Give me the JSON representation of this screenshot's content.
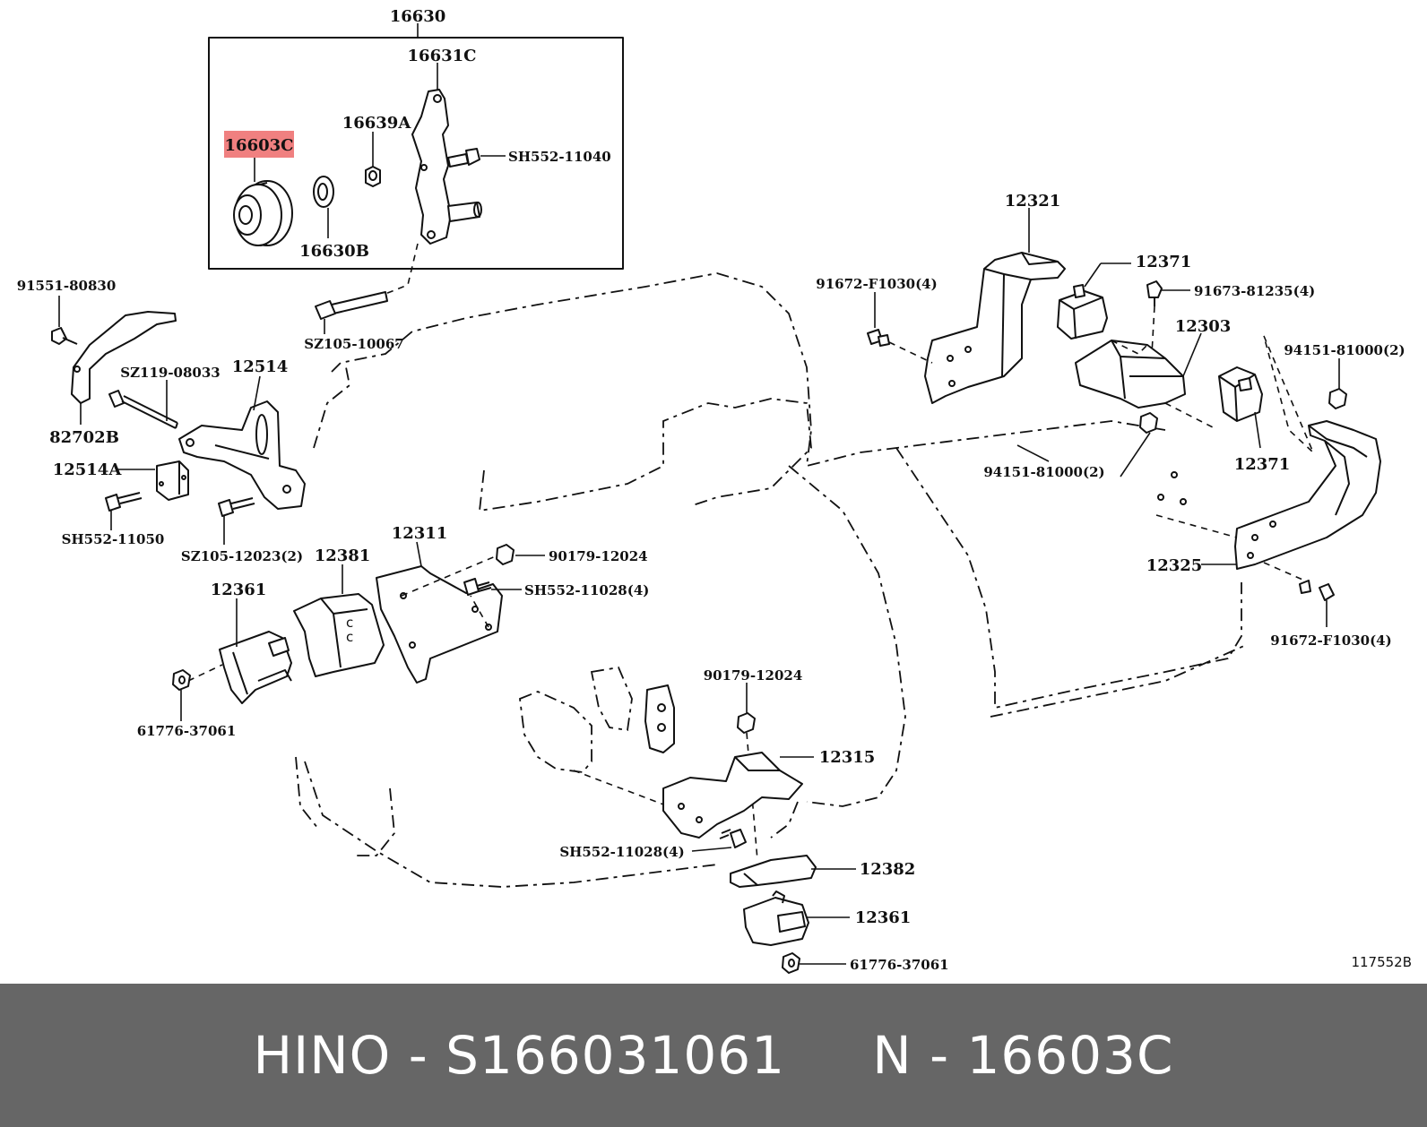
{
  "diagram": {
    "ref_code": "117552B",
    "highlight_color": "#f08080",
    "labels": {
      "p16630": "16630",
      "p16631C": "16631C",
      "p16603C": "16603C",
      "p16639A": "16639A",
      "pSH552_11040": "SH552-11040",
      "p16630B": "16630B",
      "pSZ105_10067": "SZ105-10067",
      "p91551_80830": "91551-80830",
      "pSZ119_08033": "SZ119-08033",
      "p12514": "12514",
      "p82702B": "82702B",
      "p12514A": "12514A",
      "pSH552_11050": "SH552-11050",
      "pSZ105_12023": "SZ105-12023(2)",
      "p12311": "12311",
      "p90179_12024_a": "90179-12024",
      "pSH552_11028_a": "SH552-11028(4)",
      "p12381": "12381",
      "p12361_a": "12361",
      "p61776_37061_a": "61776-37061",
      "p12321": "12321",
      "p12371_a": "12371",
      "p91672_F1030_a": "91672-F1030(4)",
      "p91673_81235": "91673-81235(4)",
      "p12303": "12303",
      "p94151_81000_a": "94151-81000(2)",
      "p12371_b": "12371",
      "p94151_81000_b": "94151-81000(2)",
      "p12325": "12325",
      "p91672_F1030_b": "91672-F1030(4)",
      "p90179_12024_b": "90179-12024",
      "p12315": "12315",
      "pSH552_11028_b": "SH552-11028(4)",
      "p12382": "12382",
      "p12361_b": "12361",
      "p61776_37061_b": "61776-37061"
    }
  },
  "footer": {
    "brand": "HINO",
    "separator": "-",
    "part_number": "S166031061",
    "n_prefix": "N",
    "n_code": "16603C",
    "background": "#666666",
    "text_color": "#ffffff"
  }
}
